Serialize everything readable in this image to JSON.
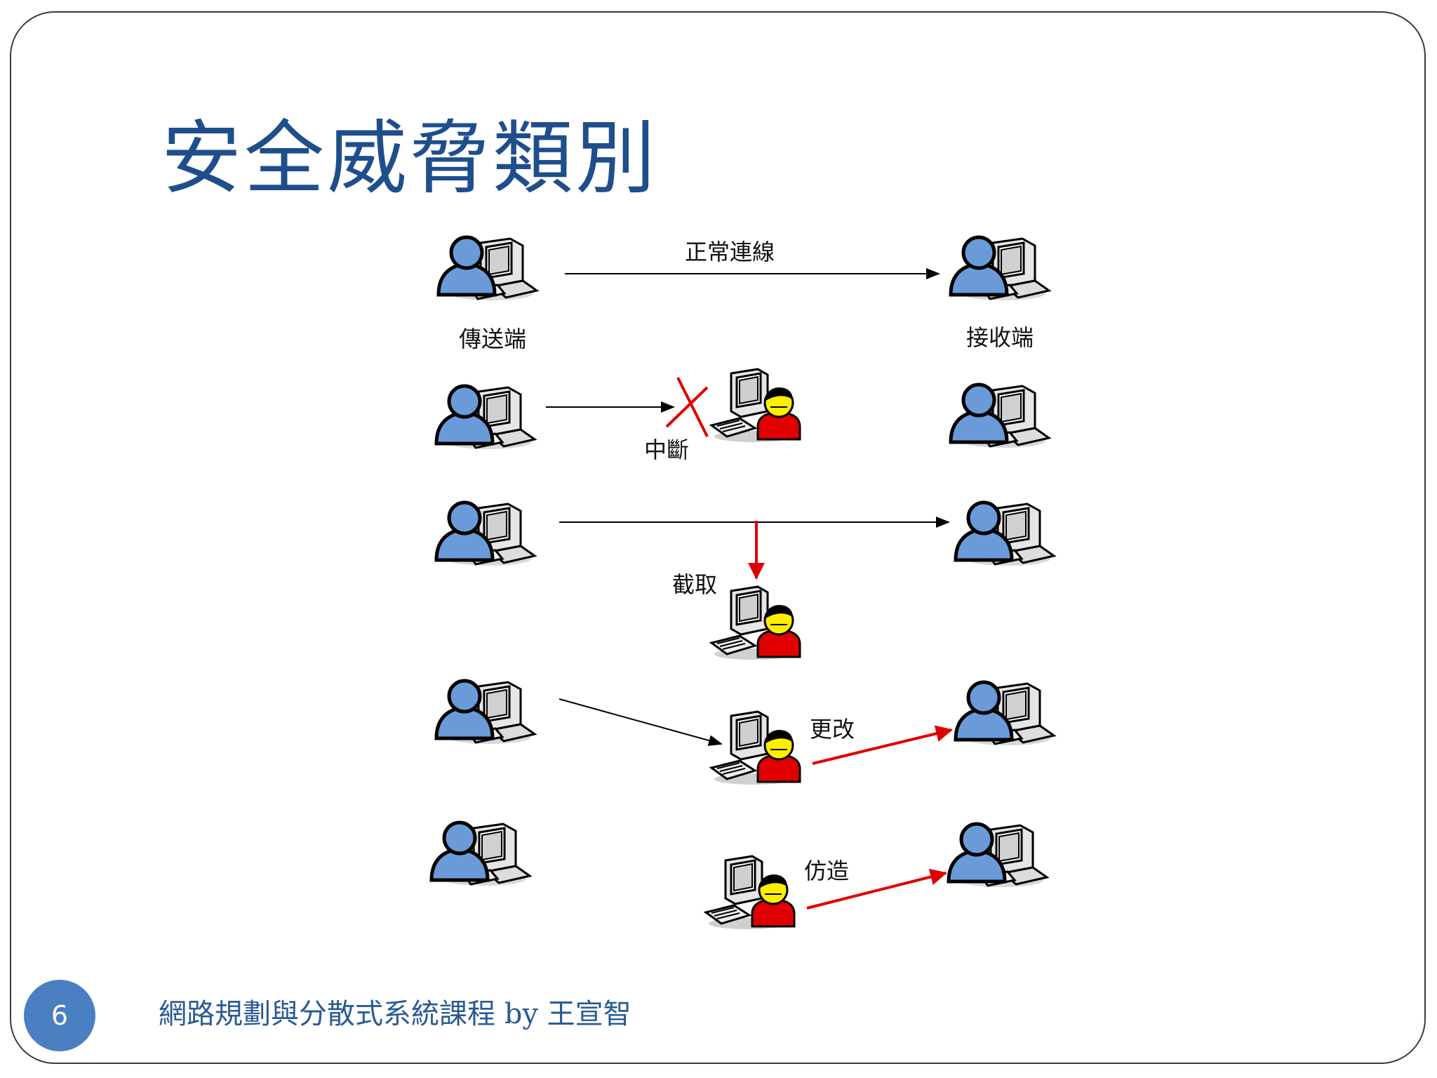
{
  "slide": {
    "title": "安全威脅類別",
    "page_number": "6",
    "footer": "網路規劃與分散式系統課程 by 王宣智"
  },
  "diagram": {
    "sender_label": "傳送端",
    "receiver_label": "接收端",
    "rows": [
      {
        "id": "normal",
        "label": "正常連線"
      },
      {
        "id": "interruption",
        "label": "中斷"
      },
      {
        "id": "interception",
        "label": "截取"
      },
      {
        "id": "modification",
        "label": "更改"
      },
      {
        "id": "fabrication",
        "label": "仿造"
      }
    ],
    "colors": {
      "user": "#6a9bd8",
      "attacker": "#e00000",
      "attacker_face": "#ffee00",
      "attack_arrow": "#e00000",
      "normal_arrow": "#000000",
      "title": "#1f4e8c",
      "page_badge": "#4a7fc1"
    },
    "icons": [
      "user-computer-icon",
      "attacker-computer-icon",
      "red-x-icon"
    ]
  }
}
